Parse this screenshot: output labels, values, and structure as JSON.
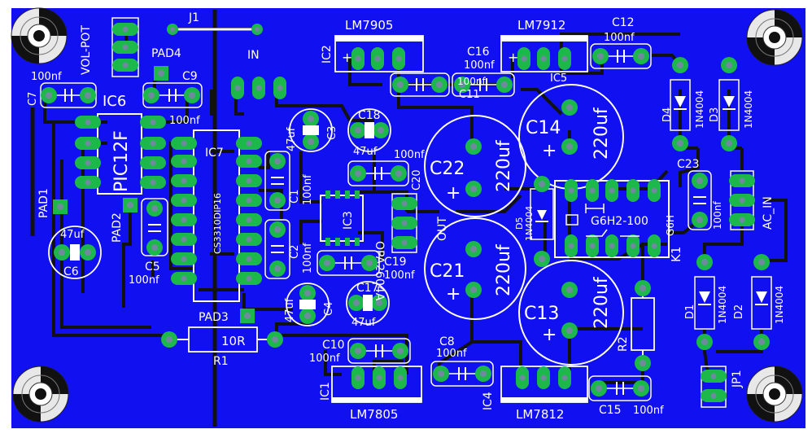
{
  "colors": {
    "board": "#1010f0",
    "trace": "#121212",
    "pad_ring": "#1cb84a",
    "pad_hole": "#6f8a9f",
    "silk": "#ffffff"
  },
  "labels": {
    "j1": "J1",
    "in": "IN",
    "vol_pot": "VOL-POT",
    "pad4": "PAD4",
    "c9": "C9",
    "c7": "C7",
    "c7_val": "100nf",
    "ic6": "IC6",
    "pic": "PIC12F",
    "c9_val": "100nf",
    "ic7": "IC7",
    "cs3310": "CS3310DIP16",
    "pad1": "PAD1",
    "pad2": "PAD2",
    "c6_val": "47uf",
    "c6": "C6",
    "c5": "C5",
    "c5_val": "100nf",
    "c1_val": "100nf",
    "c1": "C1",
    "c2_val": "100nf",
    "c2": "C2",
    "c3_val": "47uf",
    "c3": "C3",
    "c4_val": "47uf",
    "c4": "C4",
    "c18": "C18",
    "c18_val": "47uf",
    "c17": "C17",
    "c17_val": "47uf",
    "ic3": "IC3",
    "opamp": "OPA2604A",
    "c20": "C20",
    "c20_val": "100nf",
    "c19": "C19",
    "c19_val": "100nf",
    "out": "OUT",
    "pad3": "PAD3",
    "r1_val": "10R",
    "r1": "R1",
    "c10": "C10",
    "c10_val": "100nf",
    "c8": "C8",
    "c8_val": "100nf",
    "ic1": "IC1",
    "lm7805": "LM7805",
    "ic4": "IC4",
    "lm7812": "LM7812",
    "c15": "C15",
    "c15_val": "100nf",
    "lm7905": "LM7905",
    "ic2": "IC2",
    "lm7912": "LM7912",
    "c12": "C12",
    "c12_val": "100nf",
    "c16": "C16",
    "c16_val": "100nf",
    "c11": "C11",
    "c11_val": "100nf",
    "ic5": "IC5",
    "c14": "C14",
    "c14_val": "220uf",
    "c22": "C22",
    "c22_val": "220uf",
    "c21": "C21",
    "c21_val": "220uf",
    "c13": "C13",
    "c13_val": "220uf",
    "d5": "D5",
    "d5_val": "1N4004",
    "g6h2": "G6H2-100",
    "g6h": "G6H",
    "k1": "K1",
    "c23": "C23",
    "c23_val": "100nf",
    "ac_in": "AC_IN",
    "d4": "D4",
    "d4_val": "1N4004",
    "d3": "D3",
    "d3_val": "1N4004",
    "d1": "D1",
    "d1_val": "1N4004",
    "d2": "D2",
    "d2_val": "1N4004",
    "r2": "R2",
    "jp1": "JP1",
    "reg_plus": "+"
  }
}
